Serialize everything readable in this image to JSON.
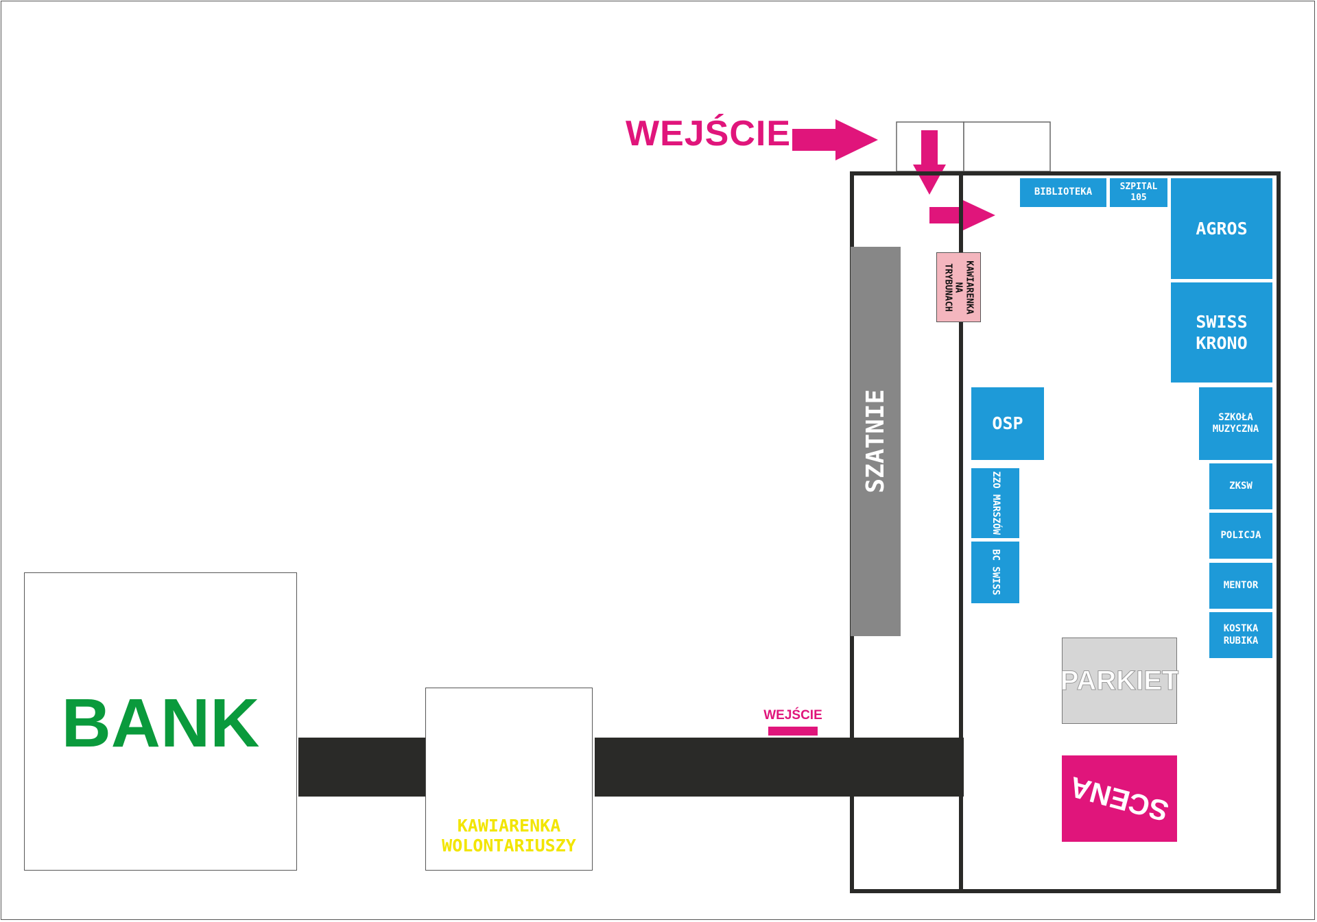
{
  "colors": {
    "booth": "#1e9ad8",
    "road": "#2a2a28",
    "wall": "#2a2a28",
    "entrance": "#e0157b",
    "bank_text": "#0a9a3c",
    "kawiarenka_text": "#f2e500",
    "szatnie": "#878787",
    "parkiet": "#d6d6d6",
    "kawiarenka_trybuny": "#f4b6be",
    "scena": "#e0157b"
  },
  "labels": {
    "entrance_main": "WEJŚCIE",
    "entrance_small": "WEJŚCIE",
    "bank": "BANK",
    "kawiarenka_wolontariuszy": "KAWIARENKA\nWOLONTARIUSZY",
    "szatnie": "SZATNIE",
    "kawiarenka_trybuny": "KAWIARENKA\nNA TRYBUNACH",
    "parkiet": "PARKIET",
    "scena": "SCENA"
  },
  "booths": {
    "biblioteka": "BIBLIOTEKA",
    "szpital": "SZPITAL 105",
    "agros": "AGROS",
    "swiss_krono": "SWISS\nKRONO",
    "szkola": "SZKOŁA\nMUZYCZNA",
    "osp": "OSP",
    "zzo": "ZZO MARSZÓW",
    "bc_swiss": "BC SWISS",
    "zksw": "ZKSW",
    "policja": "POLICJA",
    "mentor": "MENTOR",
    "kostka": "KOSTKA\nRUBIKA"
  }
}
